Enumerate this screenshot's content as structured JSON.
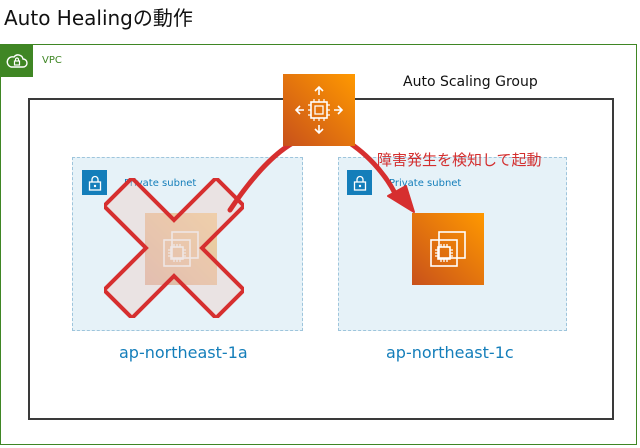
{
  "title": "Auto Healingの動作",
  "vpc": {
    "label": "VPC"
  },
  "asg": {
    "label": "Auto Scaling Group"
  },
  "subnets": [
    {
      "label": "Private subnet",
      "az": "ap-northeast-1a"
    },
    {
      "label": "Private subnet",
      "az": "ap-northeast-1c"
    }
  ],
  "action": {
    "label": "障害発生を検知して起動"
  },
  "colors": {
    "vpc": "#3f8624",
    "subnet_fill": "#e6f2f8",
    "subnet_accent": "#147eba",
    "aws_orange": "#ff9900",
    "aws_orange_dark": "#c8511b",
    "alert_red": "#d32f2f"
  },
  "icons": {
    "vpc": "cloud-lock-icon",
    "subnet": "lock-icon",
    "instance": "ec2-instance-icon",
    "auto_scaling": "auto-scaling-icon",
    "failure": "cross-icon"
  }
}
